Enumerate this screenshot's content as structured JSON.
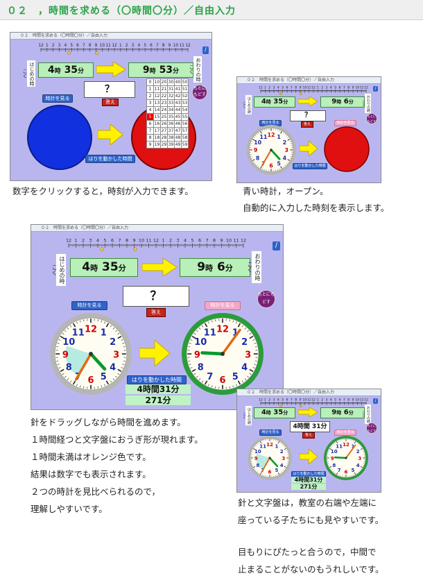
{
  "header": {
    "title": "０２　，時間を求める（〇時間〇分）／自由入力"
  },
  "app": {
    "window_title": "０２　時間を求める（〇時間〇分）／自由入力",
    "start_label": "はじめの時こく",
    "end_label": "おわりの時こく",
    "question_mark": "？",
    "answer_button": "答え",
    "modoru_button": "もとにもどす",
    "show_clock_button": "時計を見る",
    "moved_time_label": "はりを動かした時間",
    "start_hour": "4",
    "start_min": "35",
    "hour_unit": "時",
    "min_unit": "分",
    "ruler_ticks": [
      "12",
      "1",
      "2",
      "3",
      "4",
      "5",
      "6",
      "7",
      "8",
      "9",
      "10",
      "11",
      "12",
      "1",
      "2",
      "3",
      "4",
      "5",
      "6",
      "7",
      "8",
      "9",
      "10",
      "11",
      "12"
    ],
    "pen_glyph": "/"
  },
  "shot1": {
    "end_hour": "9",
    "end_min": "53",
    "picker_rows": [
      [
        "0",
        "10",
        "20",
        "30",
        "40",
        "50"
      ],
      [
        "1",
        "11",
        "21",
        "31",
        "41",
        "51"
      ],
      [
        "2",
        "12",
        "22",
        "32",
        "42",
        "52"
      ],
      [
        "3",
        "13",
        "23",
        "33",
        "43",
        "53"
      ],
      [
        "4",
        "14",
        "24",
        "34",
        "44",
        "54"
      ],
      [
        "5",
        "15",
        "25",
        "35",
        "45",
        "55"
      ],
      [
        "6",
        "16",
        "26",
        "36",
        "46",
        "56"
      ],
      [
        "7",
        "17",
        "27",
        "37",
        "47",
        "57"
      ],
      [
        "8",
        "18",
        "28",
        "38",
        "48",
        "58"
      ],
      [
        "9",
        "19",
        "29",
        "39",
        "49",
        "59"
      ]
    ]
  },
  "shot2": {
    "end_hour": "9",
    "end_min": "6"
  },
  "shot3": {
    "end_hour": "9",
    "end_min": "6",
    "result_hm": "4時間31分",
    "result_m": "271分"
  },
  "shot4": {
    "end_hour": "9",
    "end_min": "6",
    "callout": "4時間 31分",
    "result_hm": "4時間31分",
    "result_m": "271分"
  },
  "captions": {
    "c1": "数字をクリックすると，時刻が入力できます。",
    "c2a": "青い時計，オープン。",
    "c2b": "自動的に入力した時刻を表示します。",
    "c3": [
      "針をドラッグしながら時間を進めます。",
      "１時間経つと文字盤におうぎ形が現れます。",
      "１時間未満はオレンジ色です。",
      "結果は数字でも表示されます。",
      "２つの時計を見比べられるので，",
      "理解しやすいです。"
    ],
    "c4": [
      "針と文字盤は，教室の右端や左端に",
      "座っている子たちにも見やすいです。",
      "",
      "目もりにぴたっと合うので，中間で",
      "止まることがないのもうれしいです。"
    ]
  },
  "colors": {
    "bg_window": "#b9b6ef",
    "time_box": "#b9f0b9",
    "title_green": "#2aa34a",
    "blue_clock": "#1130e0",
    "red_clock": "#e01010",
    "arrow_yellow": "#fff200"
  }
}
